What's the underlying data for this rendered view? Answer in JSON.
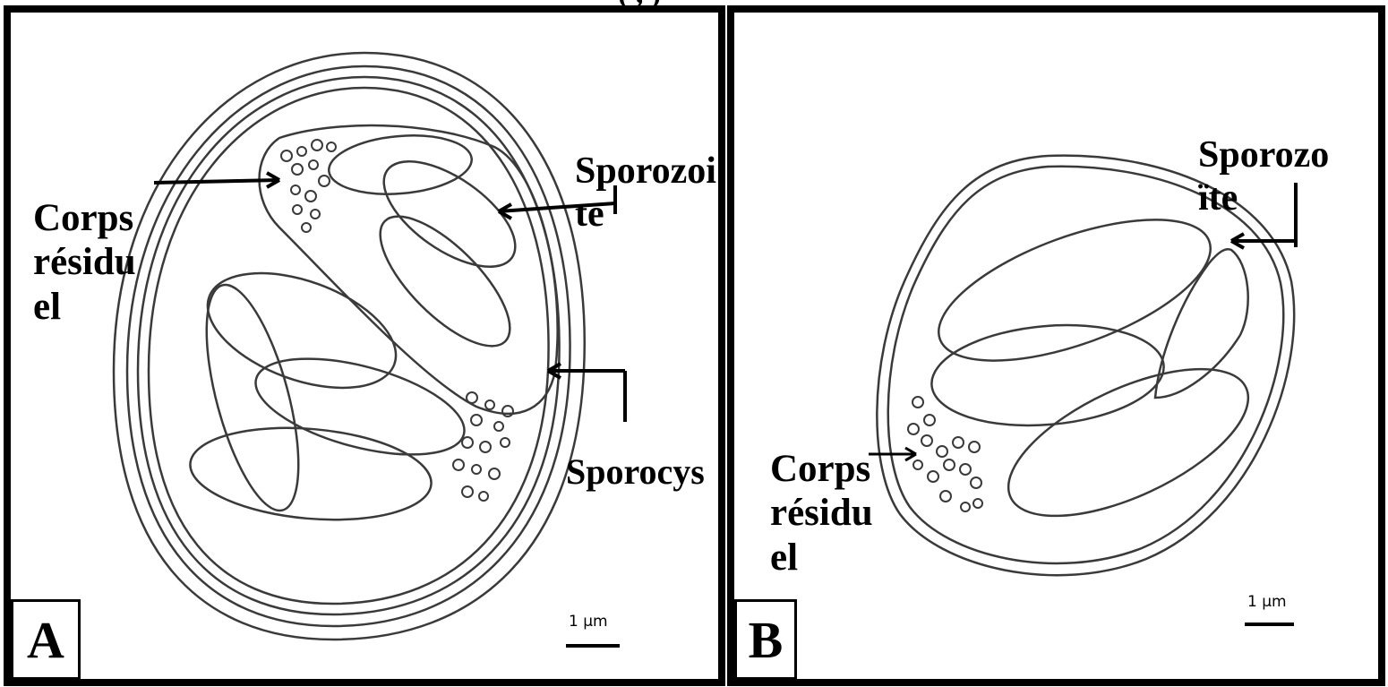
{
  "top_partial_text": "(      ,      )",
  "panel_a": {
    "letter": "A",
    "labels": {
      "corps_residuel": "Corps\nrésidu\nel",
      "sporozoite": "Sporozoi\nte",
      "sporocyst": "Sporocys"
    },
    "scale_bar": "1 µm"
  },
  "panel_b": {
    "letter": "B",
    "labels": {
      "corps_residuel": "Corps\nrésidu\nel",
      "sporozoite": "Sporozo\nïte"
    },
    "scale_bar": "1 µm"
  },
  "colors": {
    "ink": "#000000",
    "line": "#3a3a3a",
    "background": "#ffffff"
  }
}
